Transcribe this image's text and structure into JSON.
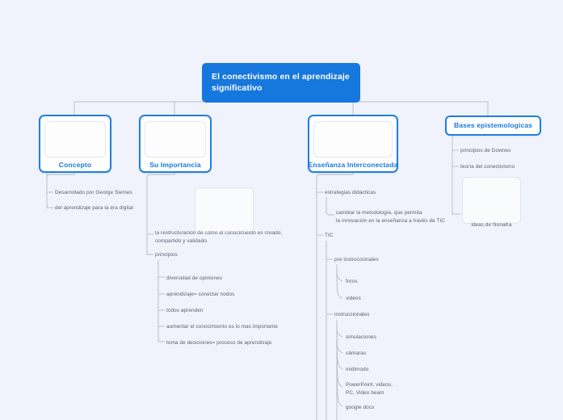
{
  "canvas": {
    "background_color": "#f0f3fb",
    "accent_color": "#1677dd",
    "node_border_color": "#1f7fe0",
    "text_color": "#5a6072",
    "connector_color": "#b9bfcc"
  },
  "root": {
    "label": "El conectivismo en el aprendizaje significativo"
  },
  "branches": {
    "concepto": {
      "label": "Concepto",
      "children": [
        {
          "label": "Desarrollado por George Siemes"
        },
        {
          "label": "del aprendizaje para la era digital"
        }
      ]
    },
    "importancia": {
      "label": "Su Importancia",
      "children": [
        {
          "label": "la restructuracion de como el conocimiento es creado,\ncompartido y validado."
        },
        {
          "label": "principios"
        }
      ],
      "principios": [
        {
          "label": "diversidad de opiniones"
        },
        {
          "label": "aprendizaje= conectar nodos"
        },
        {
          "label": "todos aprenden"
        },
        {
          "label": "aumentar el conocimiento es lo mas importante"
        },
        {
          "label": "toma de desiciones= proceso de aprendizaje"
        }
      ]
    },
    "ensenanza": {
      "label": "Enseñanza Interconectada",
      "children": [
        {
          "label": "estrategias didácticas"
        },
        {
          "label": "cambiar la metodología, que permita\nla innovación en la enseñanza a través de TIC"
        },
        {
          "label": "TIC"
        }
      ],
      "tic": {
        "pre": {
          "label": "pre instruccionales",
          "items": [
            {
              "label": "foros"
            },
            {
              "label": "videos"
            }
          ]
        },
        "instr": {
          "label": "instruccionales",
          "items": [
            {
              "label": "simulaciones"
            },
            {
              "label": "cámaras"
            },
            {
              "label": "midimodo"
            },
            {
              "label": "PowerPoint, videos,\nPC, Video beam"
            },
            {
              "label": "google docs"
            }
          ]
        }
      }
    },
    "bases": {
      "label": "Bases epistemologicas",
      "children": [
        {
          "label": "principios de Downes"
        },
        {
          "label": "teoría del conectivismo"
        }
      ],
      "image_caption": "ideas de NonaKa"
    }
  }
}
